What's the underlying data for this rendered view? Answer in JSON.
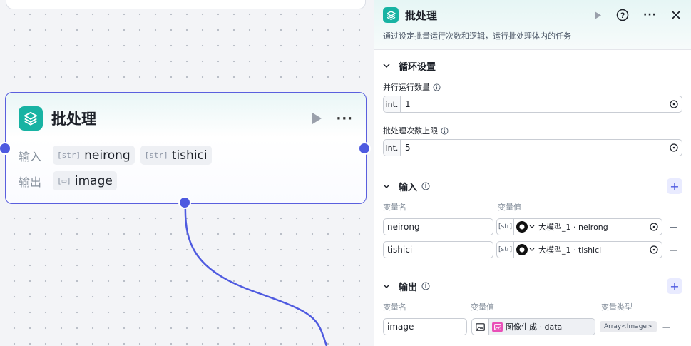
{
  "node": {
    "title": "批处理",
    "input_label": "输入",
    "output_label": "输出",
    "inputs": [
      {
        "type": "[str]",
        "name": "neirong"
      },
      {
        "type": "[str]",
        "name": "tishici"
      }
    ],
    "outputs": [
      {
        "type": "[▭]",
        "name": "image"
      }
    ]
  },
  "panel": {
    "title": "批处理",
    "description": "通过设定批量运行次数和逻辑，运行批处理体内的任务",
    "loop_section": {
      "title": "循环设置",
      "parallel": {
        "label": "并行运行数量",
        "type": "int.",
        "value": "1"
      },
      "max_count": {
        "label": "批处理次数上限",
        "type": "int.",
        "value": "5"
      }
    },
    "input_section": {
      "title": "输入",
      "col_name": "变量名",
      "col_value": "变量值",
      "rows": [
        {
          "name": "neirong",
          "type": "[str]",
          "ref": "大模型_1 · neirong"
        },
        {
          "name": "tishici",
          "type": "[str]",
          "ref": "大模型_1 · tishici"
        }
      ]
    },
    "output_section": {
      "title": "输出",
      "col_name": "变量名",
      "col_value": "变量值",
      "col_type": "变量类型",
      "rows": [
        {
          "name": "image",
          "ref": "图像生成 · data",
          "var_type": "Array<Image>"
        }
      ]
    }
  }
}
